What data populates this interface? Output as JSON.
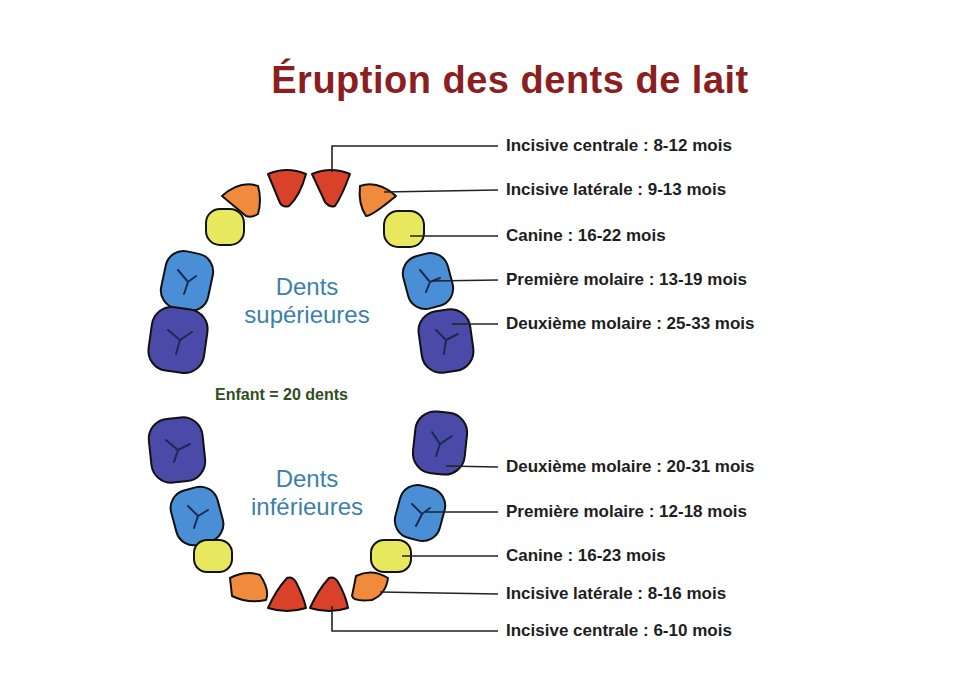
{
  "diagram": {
    "title": "Éruption des dents de lait",
    "labels": [
      "Incisive centrale : 8-12 mois",
      "Incisive latérale : 9-13 mois",
      "Canine : 16-22 mois",
      "Première molaire : 13-19 mois",
      "Deuxième molaire : 25-33 mois",
      "Dents supérieures",
      "Enfant = 20 dents",
      "Dents inférieures",
      "Deuxième molaire : 20-31 mois",
      "Première molaire : 12-18 mois",
      "Canine : 16-23 mois",
      "Incisive latérale : 8-16 mois",
      "Incisive centrale : 6-10 mois"
    ]
  }
}
